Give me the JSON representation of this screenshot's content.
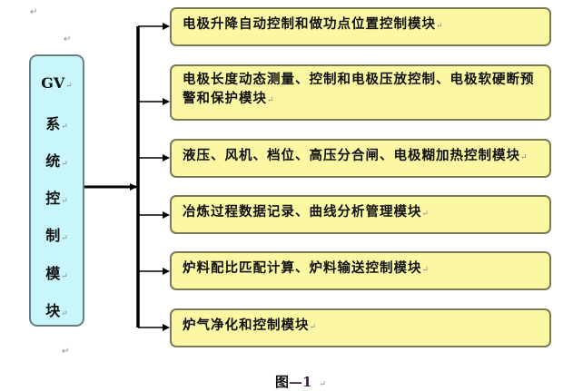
{
  "paragraph_mark": "↵",
  "main_module": {
    "chars": [
      "GV",
      "系",
      "统",
      "控",
      "制",
      "模",
      "块"
    ]
  },
  "modules": [
    {
      "label": "电极升降自动控制和做功点位置控制模块"
    },
    {
      "label": "电极长度动态测量、控制和电极压放控制、电极软硬断预警和保护模块"
    },
    {
      "label": "液压、风机、档位、高压分合闸、电极糊加热控制模块"
    },
    {
      "label": "冶炼过程数据记录、曲线分析管理模块"
    },
    {
      "label": "炉料配比匹配计算、炉料输送控制模块"
    },
    {
      "label": "炉气净化和控制模块"
    }
  ],
  "caption": {
    "prefix": "图",
    "number": "—1"
  },
  "colors": {
    "main_box_fill": "#c9f6fb",
    "module_fill": "#fbf7a3",
    "connector": "#000000"
  }
}
